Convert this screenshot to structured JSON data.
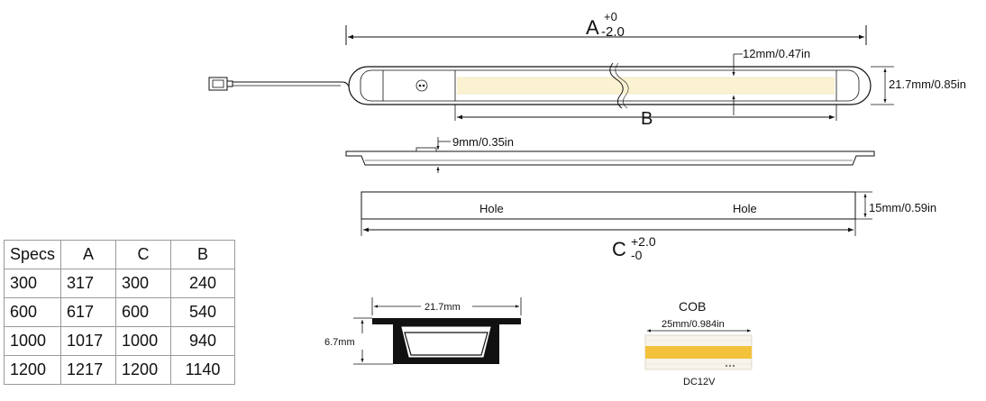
{
  "top_view": {
    "dim_a_label": "A",
    "dim_a_tol_upper": "+0",
    "dim_a_tol_lower": "-2.0",
    "dim_b_label": "B",
    "width_label": "12mm/0.47in",
    "height_label": "21.7mm/0.85in"
  },
  "side_view": {
    "thickness_label": "9mm/0.35in"
  },
  "mount_view": {
    "hole_left": "Hole",
    "hole_right": "Hole",
    "height_label": "15mm/0.59in",
    "dim_c_label": "C",
    "dim_c_tol_upper": "+2.0",
    "dim_c_tol_lower": "-0"
  },
  "profile": {
    "width_label": "21.7mm",
    "height_label": "6.7mm"
  },
  "cob": {
    "title": "COB",
    "width_label": "25mm/0.984in",
    "voltage": "DC12V",
    "strip_color": "#f3c23a"
  },
  "specs_table": {
    "headers": [
      "Specs",
      "A",
      "C",
      "B"
    ],
    "rows": [
      [
        "300",
        "317",
        "300",
        "240"
      ],
      [
        "600",
        "617",
        "600",
        "540"
      ],
      [
        "1000",
        "1017",
        "1000",
        "940"
      ],
      [
        "1200",
        "1217",
        "1200",
        "1140"
      ]
    ]
  }
}
